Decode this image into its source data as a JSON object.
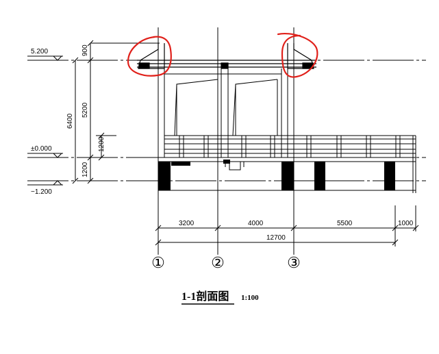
{
  "levels": {
    "roof": "5.200",
    "ground": "±0.000",
    "base": "−1.200"
  },
  "vertical_dims": {
    "d900": "900",
    "d5200": "5200",
    "d6400": "6400",
    "d1200_upper": "1200",
    "d1200_lower": "1200"
  },
  "horizontal_dims": {
    "d3200": "3200",
    "d4000": "4000",
    "d5500": "5500",
    "d1000": "1000",
    "total": "12700"
  },
  "axes": [
    "①",
    "②",
    "③"
  ],
  "title": {
    "main": "1-1剖面图",
    "scale": "1:100"
  },
  "colors": {
    "line": "#000000",
    "markup": "#e0201a",
    "fill": "#000000"
  }
}
